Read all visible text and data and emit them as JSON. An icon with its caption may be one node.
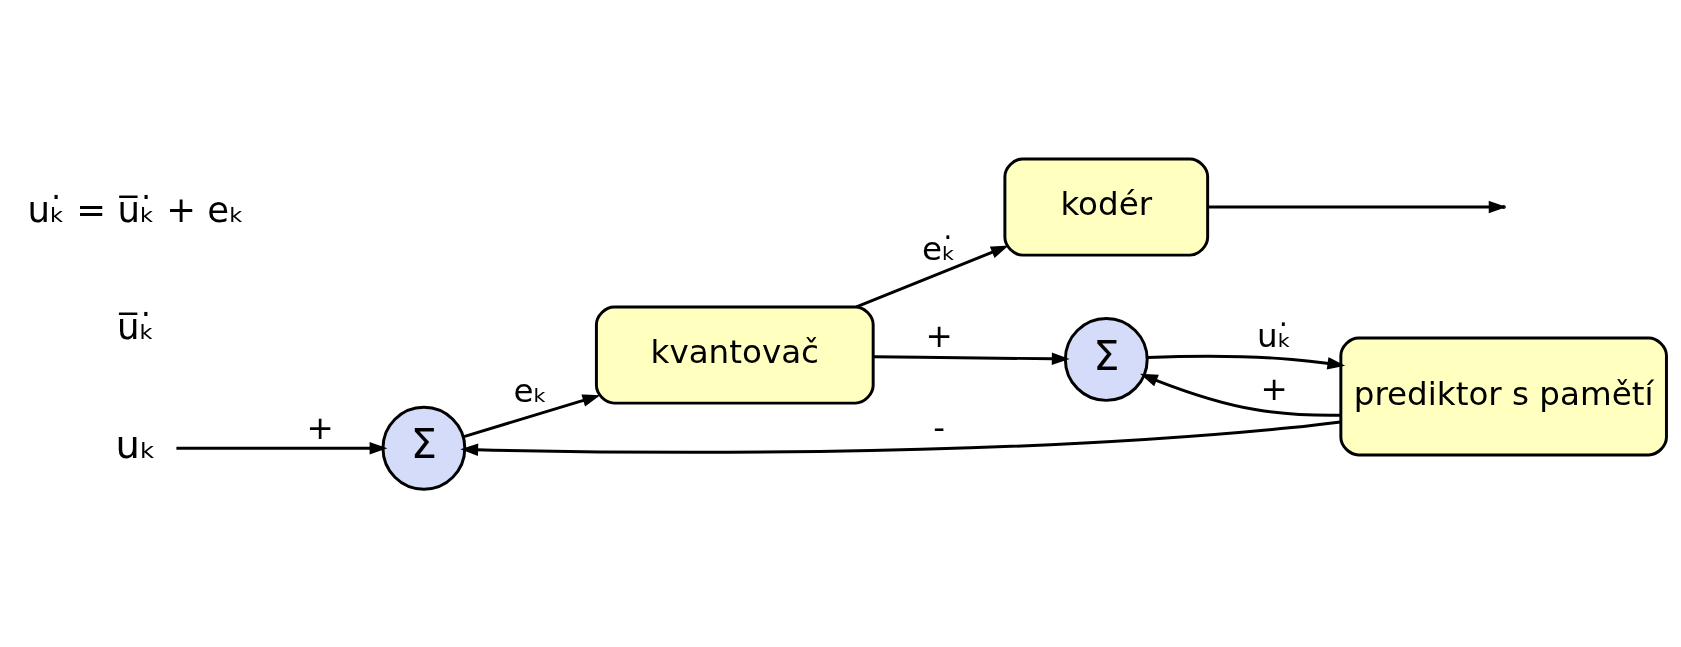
{
  "diagram": {
    "nodes": [
      {
        "text": [
          "Σ"
        ]
      },
      {
        "text": [
          "kvantovač"
        ]
      },
      {
        "text": [
          "kodér"
        ]
      },
      {
        "text": [
          "Σ"
        ]
      },
      {
        "text": [
          "prediktor s pamětí"
        ]
      },
      {
        "text": [
          "uₖ"
        ]
      }
    ],
    "edges": [
      {
        "from": 5,
        "to": 0,
        "arrow": "to",
        "label": "+"
      },
      {
        "from": 0,
        "to": 1,
        "arrow": "to",
        "label": "eₖ"
      },
      {
        "from": 1,
        "to": 2,
        "arrow": "to",
        "label": "eₖ̇"
      },
      {
        "from": 1,
        "to": 3,
        "arrow": "to",
        "label": "+"
      },
      {
        "from": 2,
        "to": null,
        "arrow": "to"
      },
      {
        "from": 3,
        "to": 4,
        "arrow": "to",
        "label": "uₖ̇"
      },
      {
        "from": 4,
        "to": 0,
        "arrow": "to",
        "label": "-"
      },
      {
        "from": 4,
        "to": 3,
        "arrow": "to",
        "label": "+"
      }
    ],
    "labels": [
      "u̅ₖ̇",
      "uₖ̇ = u̅ₖ̇ + eₖ"
    ]
  }
}
